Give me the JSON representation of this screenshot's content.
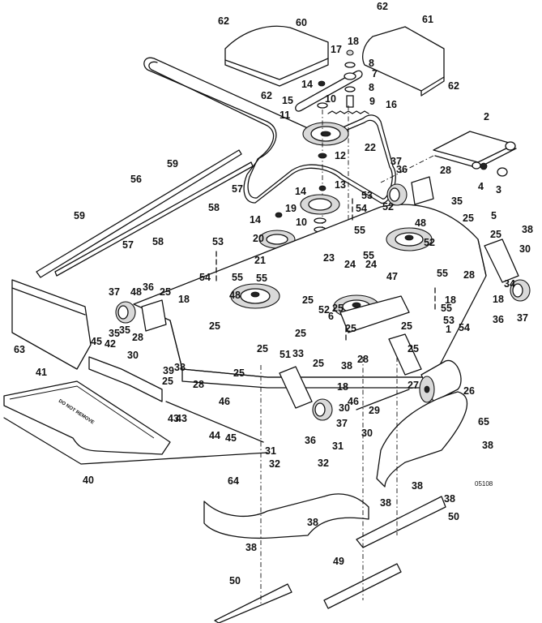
{
  "diagram": {
    "title": "Mower Deck Assembly Exploded View",
    "drawing_code": "05108",
    "decal_text": "DO NOT REMOVE",
    "parts": [
      {
        "id": "p1",
        "label": "1",
        "name": "deck-shell"
      },
      {
        "id": "p2",
        "label": "2",
        "name": "front-lift-arm"
      },
      {
        "id": "p3",
        "label": "3",
        "name": "bushing"
      },
      {
        "id": "p4",
        "label": "4",
        "name": "nut"
      },
      {
        "id": "p5",
        "label": "5",
        "name": "pivot-rod"
      },
      {
        "id": "p6",
        "label": "6",
        "name": "bolt"
      },
      {
        "id": "p7",
        "label": "7",
        "name": "idler-arm"
      },
      {
        "id": "p8a",
        "label": "8",
        "name": "bushing-upper"
      },
      {
        "id": "p8b",
        "label": "8",
        "name": "bushing-lower"
      },
      {
        "id": "p9",
        "label": "9",
        "name": "pivot-shaft"
      },
      {
        "id": "p10a",
        "label": "10",
        "name": "spacer-upper"
      },
      {
        "id": "p10b",
        "label": "10",
        "name": "spacer-lower"
      },
      {
        "id": "p11",
        "label": "11",
        "name": "idler-pulley-flat"
      },
      {
        "id": "p12",
        "label": "12",
        "name": "bolt"
      },
      {
        "id": "p13",
        "label": "13",
        "name": "nut"
      },
      {
        "id": "p14a",
        "label": "14",
        "name": "nut"
      },
      {
        "id": "p14b",
        "label": "14",
        "name": "nut"
      },
      {
        "id": "p14c",
        "label": "14",
        "name": "nut"
      },
      {
        "id": "p15",
        "label": "15",
        "name": "bolt"
      },
      {
        "id": "p16",
        "label": "16",
        "name": "spring"
      },
      {
        "id": "p17",
        "label": "17",
        "name": "washer"
      },
      {
        "id": "p18a",
        "label": "18",
        "name": "nut"
      },
      {
        "id": "p18b",
        "label": "18",
        "name": "nut"
      },
      {
        "id": "p18c",
        "label": "18",
        "name": "nut"
      },
      {
        "id": "p18d",
        "label": "18",
        "name": "nut"
      },
      {
        "id": "p19",
        "label": "19",
        "name": "idler-pulley-v"
      },
      {
        "id": "p20",
        "label": "20",
        "name": "idler-pulley-v"
      },
      {
        "id": "p21",
        "label": "21",
        "name": "bolt"
      },
      {
        "id": "p22",
        "label": "22",
        "name": "deck-belt"
      },
      {
        "id": "p23",
        "label": "23",
        "name": "rod"
      },
      {
        "id": "p24a",
        "label": "24",
        "name": "pin"
      },
      {
        "id": "p24b",
        "label": "24",
        "name": "pin"
      },
      {
        "id": "p25",
        "label": "25",
        "name": "nut"
      },
      {
        "id": "p26",
        "label": "26",
        "name": "roller"
      },
      {
        "id": "p27",
        "label": "27",
        "name": "roller-shaft"
      },
      {
        "id": "p28",
        "label": "28",
        "name": "bolt"
      },
      {
        "id": "p29",
        "label": "29",
        "name": "washer"
      },
      {
        "id": "p30",
        "label": "30",
        "name": "bolt"
      },
      {
        "id": "p31",
        "label": "31",
        "name": "washer"
      },
      {
        "id": "p32",
        "label": "32",
        "name": "bolt"
      },
      {
        "id": "p33",
        "label": "33",
        "name": "wheel-bracket"
      },
      {
        "id": "p34",
        "label": "34",
        "name": "wheel-bracket"
      },
      {
        "id": "p35",
        "label": "35",
        "name": "wheel-bracket"
      },
      {
        "id": "p36",
        "label": "36",
        "name": "axle-sleeve"
      },
      {
        "id": "p37",
        "label": "37",
        "name": "anti-scalp-wheel"
      },
      {
        "id": "p38",
        "label": "38",
        "name": "nut"
      },
      {
        "id": "p39",
        "label": "39",
        "name": "hinge-bracket"
      },
      {
        "id": "p40",
        "label": "40",
        "name": "discharge-chute-assembly"
      },
      {
        "id": "p41",
        "label": "41",
        "name": "discharge-chute"
      },
      {
        "id": "p42",
        "label": "42",
        "name": "chute-hinge"
      },
      {
        "id": "p43",
        "label": "43",
        "name": "torsion-spring"
      },
      {
        "id": "p44",
        "label": "44",
        "name": "hinge-rod"
      },
      {
        "id": "p45",
        "label": "45",
        "name": "cotter-pin"
      },
      {
        "id": "p46",
        "label": "46",
        "name": "wing-nut"
      },
      {
        "id": "p47",
        "label": "47",
        "name": "spindle-assembly"
      },
      {
        "id": "p48",
        "label": "48",
        "name": "spindle-pulley"
      },
      {
        "id": "p49",
        "label": "49",
        "name": "center-blade"
      },
      {
        "id": "p50",
        "label": "50",
        "name": "outer-blade"
      },
      {
        "id": "p51",
        "label": "51",
        "name": "bracket"
      },
      {
        "id": "p52",
        "label": "52",
        "name": "belt-guide"
      },
      {
        "id": "p53",
        "label": "53",
        "name": "chain"
      },
      {
        "id": "p54",
        "label": "54",
        "name": "bolt"
      },
      {
        "id": "p55",
        "label": "55",
        "name": "nut"
      },
      {
        "id": "p56",
        "label": "56",
        "name": "baffle"
      },
      {
        "id": "p57",
        "label": "57",
        "name": "baffle-strip"
      },
      {
        "id": "p58",
        "label": "58",
        "name": "screw"
      },
      {
        "id": "p59",
        "label": "59",
        "name": "rivet"
      },
      {
        "id": "p60",
        "label": "60",
        "name": "left-belt-cover"
      },
      {
        "id": "p61",
        "label": "61",
        "name": "right-belt-cover"
      },
      {
        "id": "p62",
        "label": "62",
        "name": "screw"
      },
      {
        "id": "p63",
        "label": "63",
        "name": "mulch-plate"
      },
      {
        "id": "p64",
        "label": "64",
        "name": "left-baffle"
      },
      {
        "id": "p65",
        "label": "65",
        "name": "right-baffle"
      }
    ]
  }
}
